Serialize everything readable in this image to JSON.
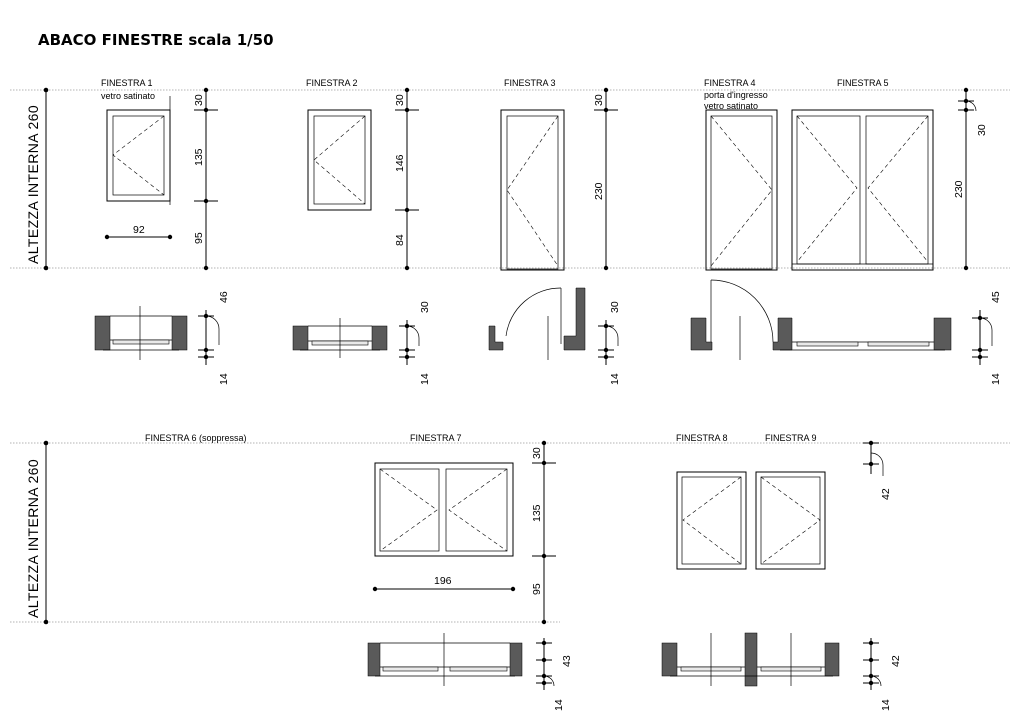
{
  "title": "ABACO FINESTRE scala 1/50",
  "side_labels": {
    "top": "ALTEZZA INTERNA 260",
    "bottom": "ALTEZZA INTERNA 260"
  },
  "windows": {
    "f1": {
      "name": "FINESTRA 1",
      "note": "vetro satinato"
    },
    "f2": {
      "name": "FINESTRA 2"
    },
    "f3": {
      "name": "FINESTRA 3"
    },
    "f4": {
      "name": "FINESTRA 4",
      "note1": "porta d'ingresso",
      "note2": "vetro satinato"
    },
    "f5": {
      "name": "FINESTRA 5"
    },
    "f6": {
      "name": "FINESTRA 6 (soppressa)"
    },
    "f7": {
      "name": "FINESTRA 7"
    },
    "f8": {
      "name": "FINESTRA 8"
    },
    "f9": {
      "name": "FINESTRA 9"
    }
  },
  "dims": {
    "f1_top": "30",
    "f1_mid": "135",
    "f1_bot": "95",
    "f1_width": "92",
    "f1_plan_a": "46",
    "f1_plan_b": "14",
    "f2_top": "30",
    "f2_mid": "146",
    "f2_bot": "84",
    "f2_plan_a": "30",
    "f2_plan_b": "14",
    "f3_h": "230",
    "f3_plan_a": "30",
    "f3_plan_b": "14",
    "f5_top": "30",
    "f5_h": "230",
    "f5_plan_a": "45",
    "f5_plan_b": "14",
    "f7_top": "30",
    "f7_mid": "135",
    "f7_bot": "95",
    "f7_width": "196",
    "f7_plan_a": "43",
    "f7_plan_b": "14",
    "f9_a": "42",
    "f9_plan_a": "42",
    "f9_plan_b": "14"
  }
}
